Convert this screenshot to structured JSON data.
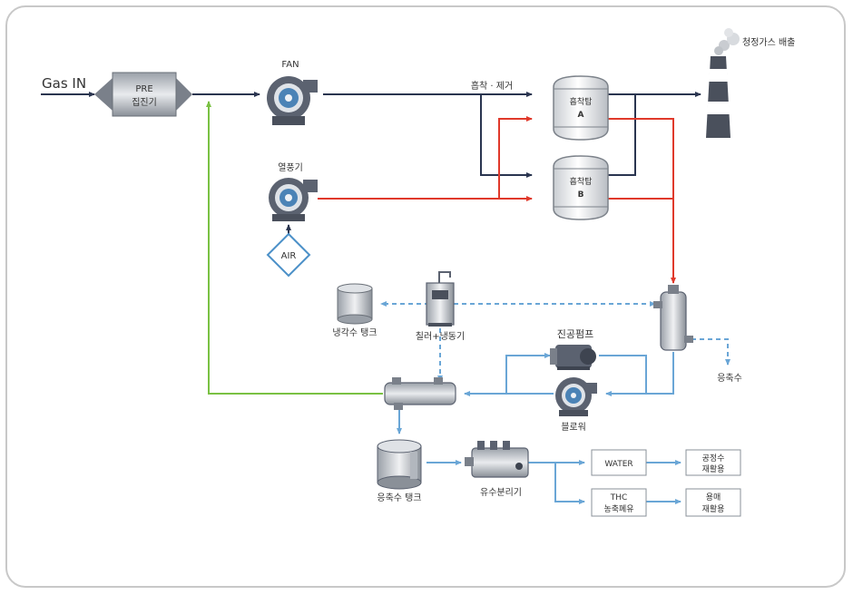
{
  "input": {
    "label": "Gas IN"
  },
  "pre_collector": {
    "line1": "PRE",
    "line2": "집진기"
  },
  "fan": {
    "label": "FAN"
  },
  "hot_air_fan": {
    "label": "열풍기"
  },
  "air": {
    "label": "AIR"
  },
  "adsorption_step": {
    "label": "흡착 · 제거"
  },
  "tower_a": {
    "line1": "흡착탑",
    "line2": "A"
  },
  "tower_b": {
    "line1": "흡착탑",
    "line2": "B"
  },
  "stack": {
    "label": "청정가스 배출"
  },
  "cooling_tank": {
    "label": "냉각수 탱크"
  },
  "chiller": {
    "label": "칠러+냉동기"
  },
  "vacuum_pump": {
    "label": "진공펌프"
  },
  "blower": {
    "label": "블로워"
  },
  "condensate": {
    "label": "응축수"
  },
  "condensate_tank": {
    "label": "응축수 탱크"
  },
  "separator": {
    "label": "유수분리기"
  },
  "water_box": {
    "label": "WATER"
  },
  "thc_box": {
    "line1": "THC",
    "line2": "농축폐유"
  },
  "reuse_process": {
    "line1": "공정수",
    "line2": "재활용"
  },
  "reuse_solvent": {
    "line1": "용매",
    "line2": "재활용"
  },
  "colors": {
    "gas_line": "#2a3550",
    "hot_line": "#e0392b",
    "cool_line": "#6aa6d6",
    "recycle_line": "#7ac143",
    "equipment": "#5b6270"
  }
}
